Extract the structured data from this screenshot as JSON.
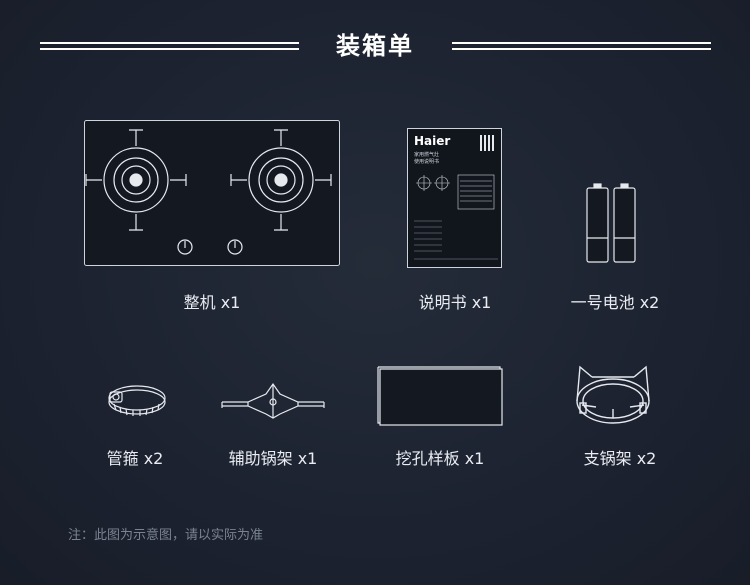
{
  "header": {
    "title": "装箱单"
  },
  "items": {
    "cooktop": {
      "label": "整机 x1"
    },
    "manual": {
      "label": "说明书 x1",
      "brand": "Haier",
      "subtitle_1": "家用燃气灶",
      "subtitle_2": "使用说明书"
    },
    "battery": {
      "label": "一号电池 x2"
    },
    "hose_clamp": {
      "label": "管箍 x2"
    },
    "aux_rack": {
      "label": "辅助锅架 x1"
    },
    "template": {
      "label": "挖孔样板 x1"
    },
    "support_rack": {
      "label": "支锅架 x2"
    }
  },
  "footer": {
    "note": "注：此图为示意图，请以实际为准"
  },
  "colors": {
    "background": "#1e2430",
    "line": "#ffffff",
    "note": "#7b8392"
  }
}
